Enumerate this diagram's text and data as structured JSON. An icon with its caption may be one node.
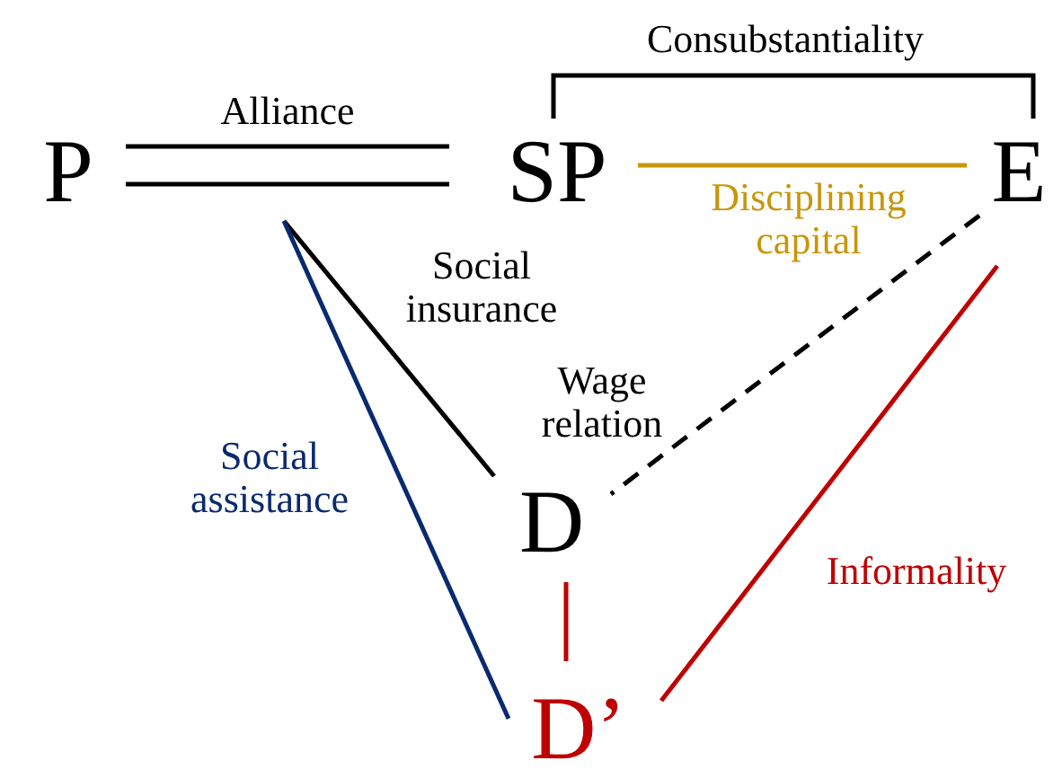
{
  "diagram": {
    "nodes": [
      {
        "text": [
          "P"
        ]
      },
      {
        "text": [
          "SP"
        ]
      },
      {
        "text": [
          "E"
        ]
      },
      {
        "text": [
          "D"
        ]
      },
      {
        "text": [
          "D’"
        ]
      }
    ],
    "edges": [
      {
        "from": 0,
        "to": 1,
        "arrow": "none",
        "label": "Alliance"
      },
      {
        "from": 1,
        "to": 2,
        "arrow": "none",
        "label": "Consubstantiality"
      },
      {
        "from": 1,
        "to": 2,
        "arrow": "none",
        "label": "Disciplining capital",
        "color": "#c8960a"
      },
      {
        "from": null,
        "to": 3,
        "arrow": "none",
        "label": "Social insurance"
      },
      {
        "from": 2,
        "to": 3,
        "arrow": "none",
        "label": "Wage relation",
        "style": "dashed"
      },
      {
        "from": 2,
        "to": 4,
        "arrow": "none",
        "label": "Informality",
        "color": "#c00000"
      },
      {
        "from": 3,
        "to": 4,
        "arrow": "none",
        "color": "#c00000"
      },
      {
        "from": null,
        "to": 4,
        "arrow": "none",
        "label": "Social assistance",
        "color": "#0a2a6e"
      }
    ]
  }
}
